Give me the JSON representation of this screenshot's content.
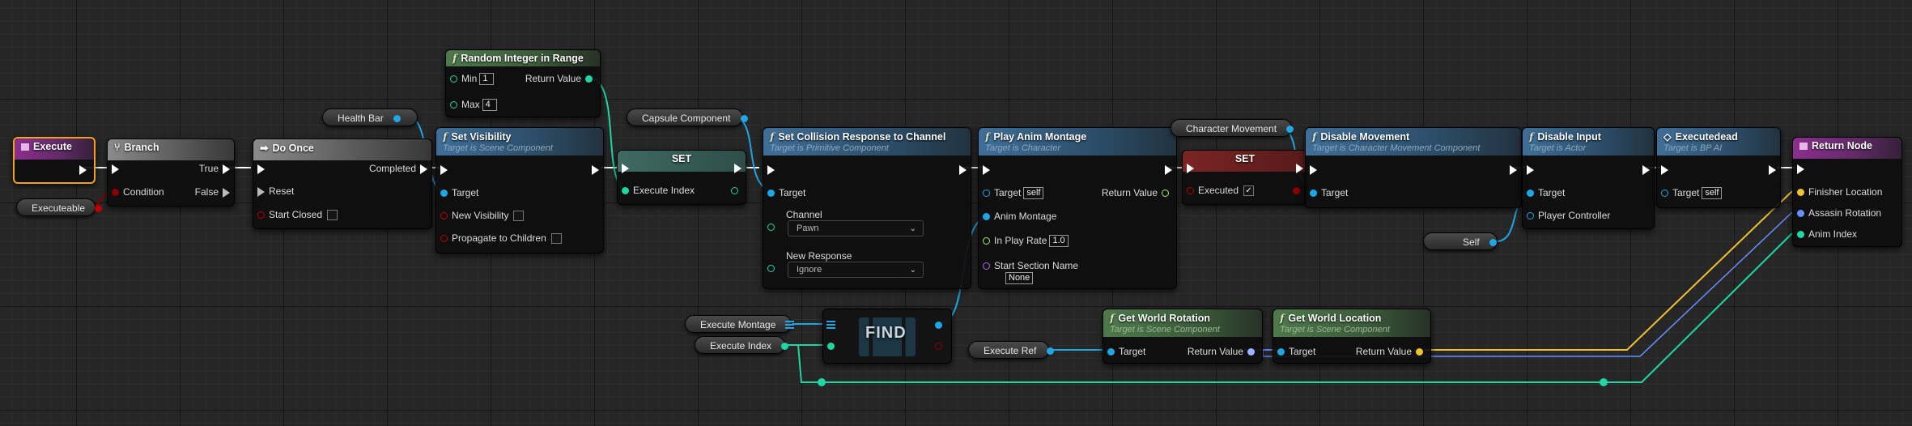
{
  "colors": {
    "exec": "#ffffff",
    "object": "#1fa6e6",
    "bool": "#8b0000",
    "int": "#1ed7a5",
    "float": "#9ef36b",
    "struct": "#6690ff",
    "vector": "#f2c12e",
    "animation": "#b06be0",
    "function_header": "#3f6f99",
    "pure_header": "#4e7a4b",
    "event_header": "#8c2e8e",
    "selection": "#f2a21e"
  },
  "nodes": {
    "execute": {
      "title": "Execute",
      "icon": "event-icon"
    },
    "branch": {
      "title": "Branch",
      "pins": {
        "condition": "Condition",
        "true": "True",
        "false": "False"
      }
    },
    "do_once": {
      "title": "Do Once",
      "pins": {
        "completed": "Completed",
        "reset": "Reset",
        "start_closed": "Start Closed"
      }
    },
    "random_int": {
      "title": "Random Integer in Range",
      "pins": {
        "min": "Min",
        "min_value": "1",
        "max": "Max",
        "max_value": "4",
        "return": "Return Value"
      }
    },
    "set_visibility": {
      "title": "Set Visibility",
      "subtitle": "Target is Scene Component",
      "pins": {
        "target": "Target",
        "new_visibility": "New Visibility",
        "propagate": "Propagate to Children"
      }
    },
    "set_index": {
      "title": "SET",
      "pins": {
        "execute_index": "Execute Index"
      }
    },
    "set_collision": {
      "title": "Set Collision Response to Channel",
      "subtitle": "Target is Primitive Component",
      "pins": {
        "target": "Target",
        "channel": "Channel",
        "channel_value": "Pawn",
        "new_response": "New Response",
        "new_response_value": "Ignore"
      }
    },
    "play_anim": {
      "title": "Play Anim Montage",
      "subtitle": "Target is Character",
      "pins": {
        "target": "Target",
        "target_value": "self",
        "return": "Return Value",
        "anim_montage": "Anim Montage",
        "in_play_rate": "In Play Rate",
        "in_play_rate_value": "1.0",
        "start_section": "Start Section Name",
        "start_section_value": "None"
      }
    },
    "set_executed": {
      "title": "SET",
      "pins": {
        "executed": "Executed"
      }
    },
    "disable_movement": {
      "title": "Disable Movement",
      "subtitle": "Target is Character Movement Component",
      "pins": {
        "target": "Target"
      }
    },
    "disable_input": {
      "title": "Disable Input",
      "subtitle": "Target is Actor",
      "pins": {
        "target": "Target",
        "player_controller": "Player Controller"
      }
    },
    "executedead": {
      "title": "Executedead",
      "subtitle": "Target is BP AI",
      "pins": {
        "target": "Target",
        "target_value": "self"
      }
    },
    "return_node": {
      "title": "Return Node",
      "pins": {
        "finisher_location": "Finisher Location",
        "assasin_rotation": "Assasin Rotation",
        "anim_index": "Anim Index"
      }
    },
    "find": {
      "title": "FIND"
    },
    "get_world_rotation": {
      "title": "Get World Rotation",
      "subtitle": "Target is Scene Component",
      "pins": {
        "target": "Target",
        "return": "Return Value"
      }
    },
    "get_world_location": {
      "title": "Get World Location",
      "subtitle": "Target is Scene Component",
      "pins": {
        "target": "Target",
        "return": "Return Value"
      }
    }
  },
  "variables": {
    "executeable": "Executeable",
    "health_bar": "Health Bar",
    "capsule_component": "Capsule Component",
    "character_movement": "Character Movement",
    "self": "Self",
    "execute_montage": "Execute Montage",
    "execute_index": "Execute Index",
    "execute_ref": "Execute Ref"
  }
}
